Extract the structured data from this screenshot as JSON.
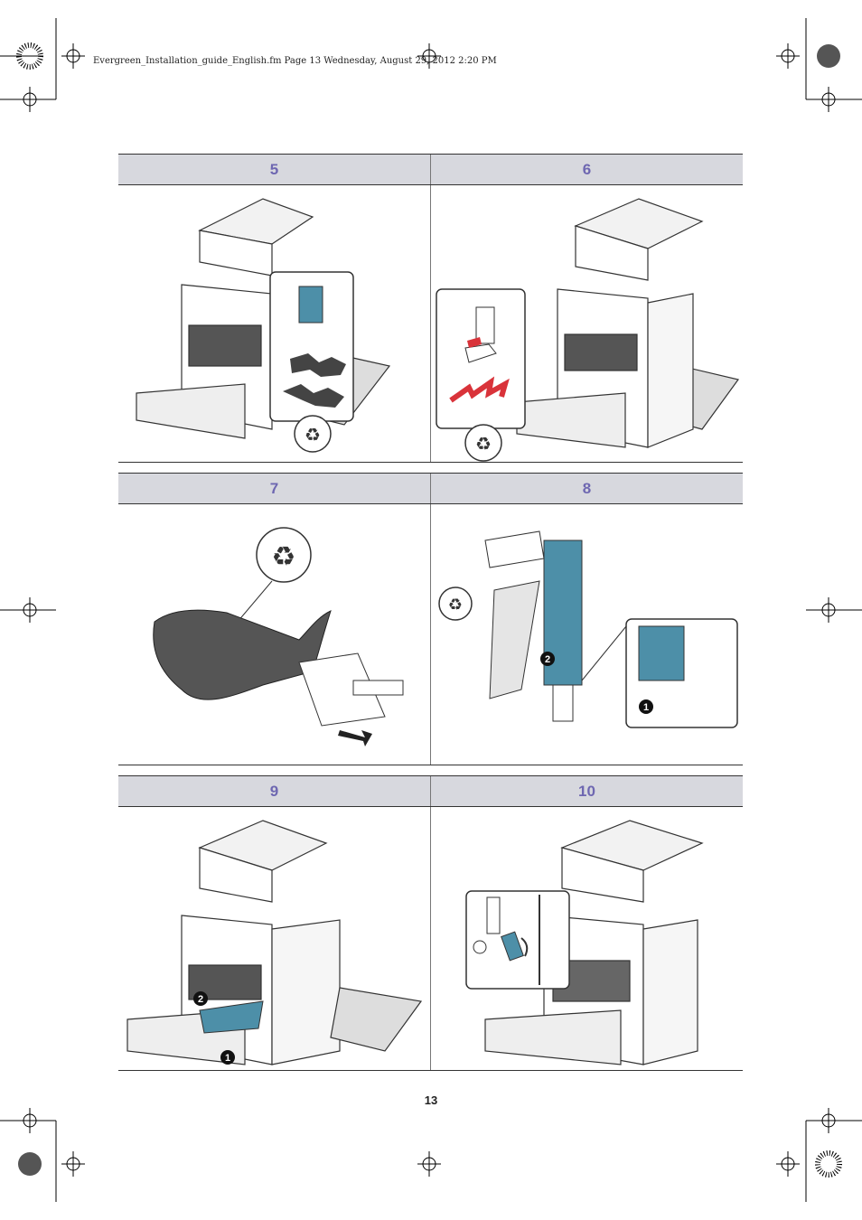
{
  "header": {
    "file_info": "Evergreen_Installation_guide_English.fm  Page 13  Wednesday, August 29, 2012  2:20 PM"
  },
  "steps": [
    {
      "number": "5",
      "illustration": "printer-waste-toner-removal",
      "icons": [
        "trash-icon"
      ]
    },
    {
      "number": "6",
      "illustration": "printer-release-lever",
      "icons": [
        "trash-icon",
        "red-arrows-icon"
      ]
    },
    {
      "number": "7",
      "illustration": "remove-protective-bag",
      "icons": [
        "trash-icon",
        "arrow-icon"
      ]
    },
    {
      "number": "8",
      "illustration": "remove-cover-from-unit",
      "icons": [
        "trash-icon"
      ],
      "callouts": [
        "1",
        "2"
      ]
    },
    {
      "number": "9",
      "illustration": "insert-waste-toner-container",
      "callouts": [
        "1",
        "2"
      ]
    },
    {
      "number": "10",
      "illustration": "lock-lever-close-door"
    }
  ],
  "footer": {
    "page_number": "13"
  },
  "colors": {
    "header_bg": "#d7d8de",
    "step_number": "#6e67b1",
    "accent_blue": "#4d8fa8",
    "red": "#d9333a"
  }
}
